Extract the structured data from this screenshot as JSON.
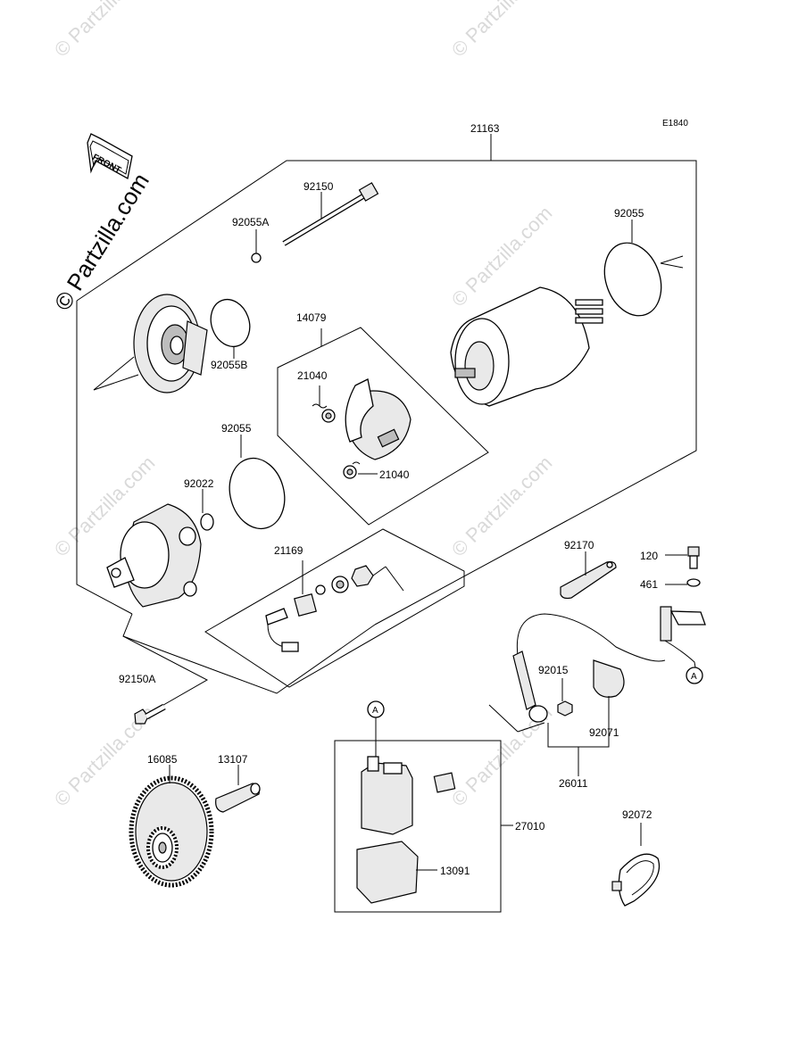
{
  "diagram_code": "E1840",
  "front_label": "FRONT",
  "watermark_side": "© Partzilla.com",
  "watermark_faint": "© Partzilla.com",
  "callout_marker": "A",
  "parts": {
    "p21163": "21163",
    "p92150": "92150",
    "p92055A": "92055A",
    "p92055_top": "92055",
    "p92055B": "92055B",
    "p14079": "14079",
    "p21040_a": "21040",
    "p21040_b": "21040",
    "p92055_mid": "92055",
    "p92022": "92022",
    "p21169": "21169",
    "p92170": "92170",
    "p120": "120",
    "p461": "461",
    "p92150A": "92150A",
    "p92015": "92015",
    "p92071": "92071",
    "p26011": "26011",
    "p16085": "16085",
    "p13107": "13107",
    "p27010": "27010",
    "p13091": "13091",
    "p92072": "92072"
  }
}
